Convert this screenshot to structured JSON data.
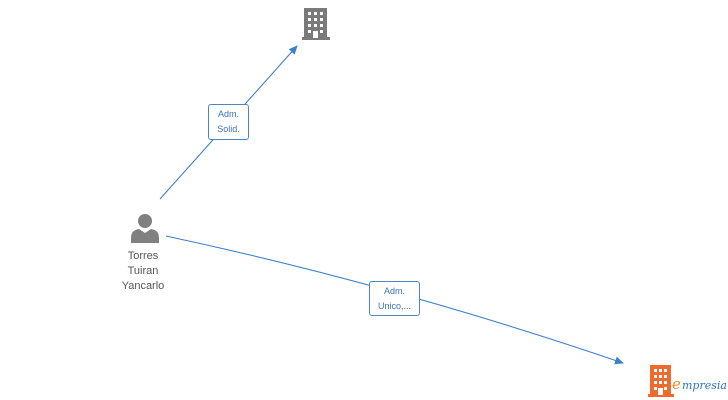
{
  "nodes": {
    "person": {
      "name_lines": [
        "Torres",
        "Tuiran",
        "Yancarlo"
      ]
    },
    "company_top": {
      "icon": "building-icon"
    },
    "company_bottom": {
      "icon": "building-icon"
    }
  },
  "edges": [
    {
      "label_lines": [
        "Adm.",
        "Solid."
      ]
    },
    {
      "label_lines": [
        "Adm.",
        "Unico,..."
      ]
    }
  ],
  "watermark": {
    "e": "e",
    "rest": "mpresia"
  },
  "colors": {
    "edge": "#3f80cc",
    "person": "#808080",
    "building_gray": "#7a7a7a",
    "building_orange": "#f06a2c",
    "label_text": "#3a74b8"
  }
}
